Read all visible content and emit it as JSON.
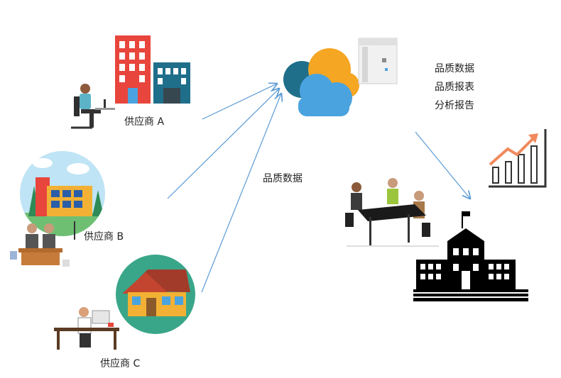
{
  "suppliers": [
    {
      "label": "供应商 A",
      "icon": "buildings-with-worker-icon"
    },
    {
      "label": "供应商 B",
      "icon": "factory-with-workers-icon"
    },
    {
      "label": "供应商 C",
      "icon": "house-with-worker-icon"
    }
  ],
  "flow_label": "品质数据",
  "outputs": [
    "品质数据",
    "品质报表",
    "分析报告"
  ],
  "colors": {
    "arrow": "#5b9bd5",
    "building_red": "#e8453c",
    "building_teal": "#1f6f8b",
    "cloud_blue": "#4aa3df",
    "cloud_orange": "#f5a623",
    "house_bg": "#3aa689"
  }
}
